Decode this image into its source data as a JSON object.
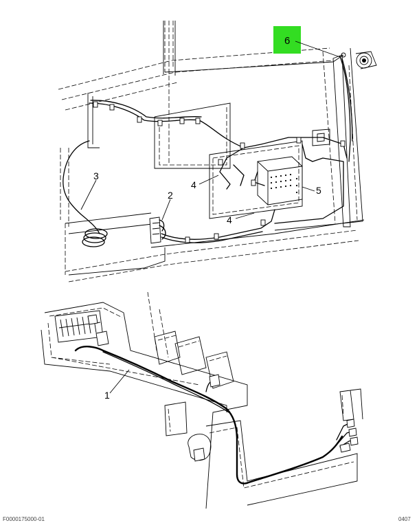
{
  "callouts": {
    "c1": "1",
    "c2": "2",
    "c3": "3",
    "c4a": "4",
    "c4b": "4",
    "c5": "5",
    "c6": "6"
  },
  "highlight_color": "#33dd22",
  "footer": {
    "left": "F0000175000-01",
    "right": "0407"
  }
}
